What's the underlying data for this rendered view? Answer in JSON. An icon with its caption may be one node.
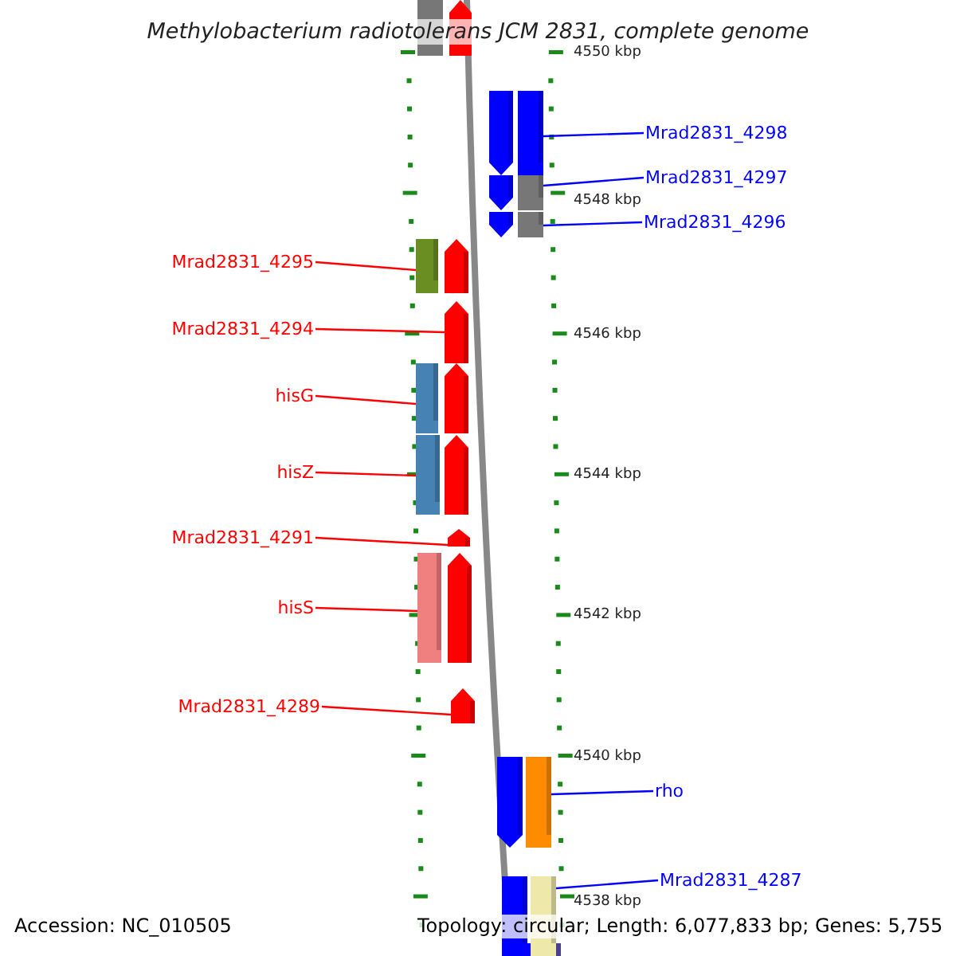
{
  "diagram": {
    "title": "Methylobacterium radiotolerans JCM 2831, complete genome",
    "nodes": [
      {
        "text": [
          "Mrad2831_4298"
        ]
      },
      {
        "text": [],
        "shape": "bar"
      },
      {
        "text": [
          "Mrad2831_4297"
        ]
      },
      {
        "text": [],
        "shape": "bar"
      },
      {
        "text": [
          "Mrad2831_4296"
        ]
      },
      {
        "text": [],
        "shape": "bar"
      },
      {
        "text": [
          "Mrad2831_4295"
        ]
      },
      {
        "text": [],
        "shape": "bar"
      },
      {
        "text": [
          "Mrad2831_4294"
        ]
      },
      {
        "text": [],
        "shape": "bar"
      },
      {
        "text": [
          "hisG"
        ]
      },
      {
        "text": [],
        "shape": "bar"
      },
      {
        "text": [
          "hisZ"
        ]
      },
      {
        "text": [],
        "shape": "bar"
      },
      {
        "text": [
          "Mrad2831_4291"
        ]
      },
      {
        "text": [],
        "shape": "bar"
      },
      {
        "text": [
          "hisS"
        ]
      },
      {
        "text": [],
        "shape": "bar"
      },
      {
        "text": [
          "Mrad2831_4289"
        ]
      },
      {
        "text": [],
        "shape": "bar"
      },
      {
        "text": [
          "rho"
        ]
      },
      {
        "text": [],
        "shape": "bar"
      },
      {
        "text": [
          "Mrad2831_4287"
        ]
      },
      {
        "text": [],
        "shape": "bar"
      }
    ],
    "edges": [
      {
        "from": 0,
        "to": 1,
        "arrow": "none",
        "color": "#0000ff"
      },
      {
        "from": 2,
        "to": 3,
        "arrow": "none",
        "color": "#0000ff"
      },
      {
        "from": 4,
        "to": 5,
        "arrow": "none",
        "color": "#0000ff"
      },
      {
        "from": 6,
        "to": 7,
        "arrow": "none"
      },
      {
        "from": 8,
        "to": 9,
        "arrow": "none"
      },
      {
        "from": 10,
        "to": 11,
        "arrow": "none"
      },
      {
        "from": 12,
        "to": 13,
        "arrow": "none"
      },
      {
        "from": 14,
        "to": 15,
        "arrow": "none"
      },
      {
        "from": 16,
        "to": 17,
        "arrow": "none"
      },
      {
        "from": 18,
        "to": 19,
        "arrow": "none"
      },
      {
        "from": 20,
        "to": 21,
        "arrow": "none",
        "color": "#0000ff"
      },
      {
        "from": 22,
        "to": 23,
        "arrow": "none",
        "color": "#0000ff"
      }
    ],
    "labels": [
      "4550 kbp",
      "4548 kbp",
      "4546 kbp",
      "4544 kbp",
      "4542 kbp",
      "4540 kbp",
      "4538 kbp",
      "Accession: NC_010505",
      "Topology: circular; Length: 6,077,833 bp; Genes: 5,755"
    ]
  }
}
